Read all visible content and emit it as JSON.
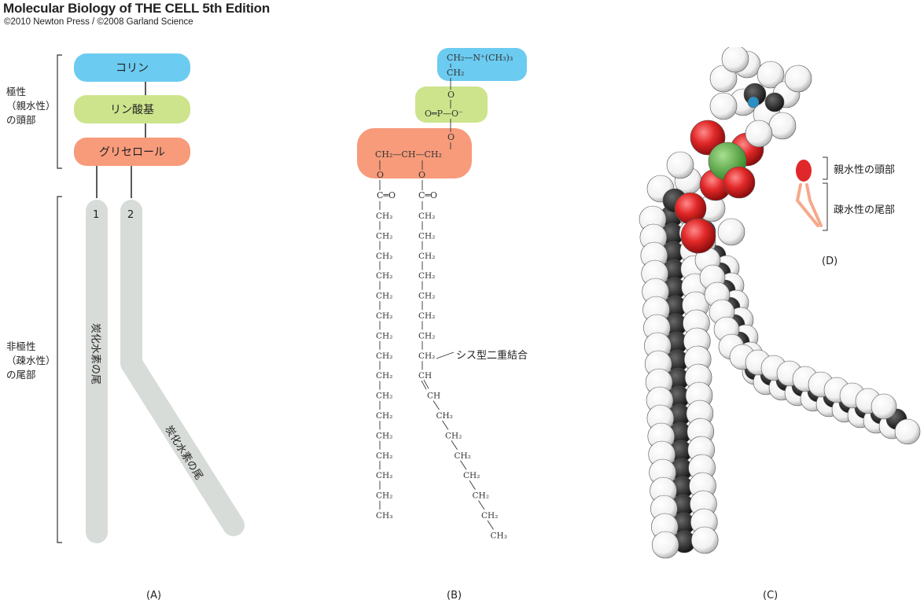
{
  "header": {
    "title": "Molecular Biology of THE CELL 5th Edition",
    "copyright": "©2010 Newton Press / ©2008 Garland Science"
  },
  "panel_a": {
    "polar_label": [
      "極性",
      "（親水性）",
      "の頭部"
    ],
    "nonpolar_label": [
      "非極性",
      "（疎水性）",
      "の尾部"
    ],
    "choline": "コリン",
    "phosphate": "リン酸基",
    "glycerol": "グリセロール",
    "tail1_number": "1",
    "tail2_number": "2",
    "tail_text": "炭化水素の尾",
    "caption": "(A)"
  },
  "panel_b": {
    "choline_line1": "CH₂—N⁺(CH₃)₃",
    "choline_line2": "CH₂",
    "phosphate_O_top": "O",
    "phosphate_center": "O═P—O⁻",
    "phosphate_O_bottom": "O",
    "glycerol": "CH₂—CH—CH₂",
    "ester_O": "O",
    "carbonyl": "C═O",
    "ch2": "CH₂",
    "ch": "CH",
    "ch3": "CH₃",
    "cis_label": "シス型二重結合",
    "caption": "(B)"
  },
  "panel_c": {
    "caption": "(C)"
  },
  "panel_d": {
    "head_label": "親水性の頭部",
    "tail_label": "疎水性の尾部",
    "caption": "(D)"
  },
  "colors": {
    "choline": "#6ccbf0",
    "phosphate": "#cde48c",
    "glycerol": "#f79b7b",
    "tail": "#d8dcd9",
    "oxygen": "#e0282a",
    "phosphorus": "#55b043"
  }
}
